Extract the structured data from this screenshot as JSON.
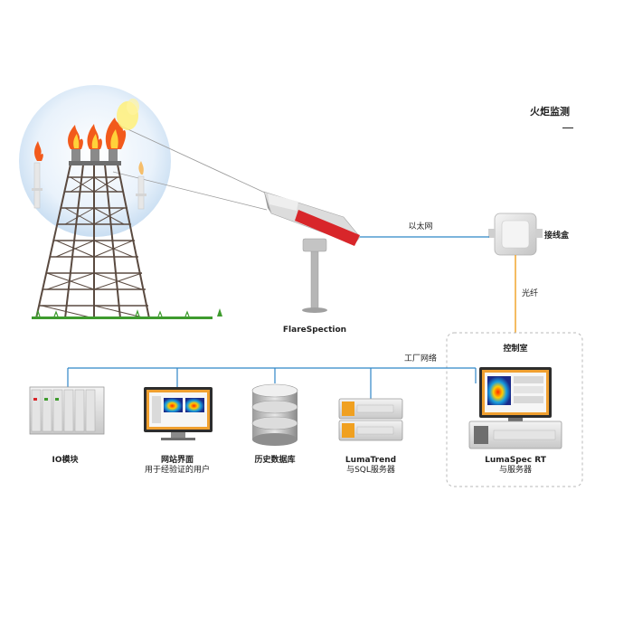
{
  "title": "火炬监测",
  "labels": {
    "flarespection": "FlareSpection",
    "ethernet": "以太网",
    "junction_box": "接线盒",
    "fiber": "光纤",
    "control_room": "控制室",
    "industrial_network": "工厂网络",
    "io_module": "IO模块",
    "web_ui": "网站界面",
    "web_ui_sub": "用于经验证的用户",
    "historian": "历史数据库",
    "lumatrend": "LumaTrend",
    "lumatrend_sub": "与SQL服务器",
    "lumaspec": "LumaSpec RT",
    "lumaspec_sub": "与服务器"
  },
  "colors": {
    "network_line": "#2f86c8",
    "fiber_line": "#f0a020",
    "camera_red": "#d8262a",
    "flame": "#f25a1c",
    "tower": "#5a4a40",
    "grass": "#3e9b2e"
  }
}
